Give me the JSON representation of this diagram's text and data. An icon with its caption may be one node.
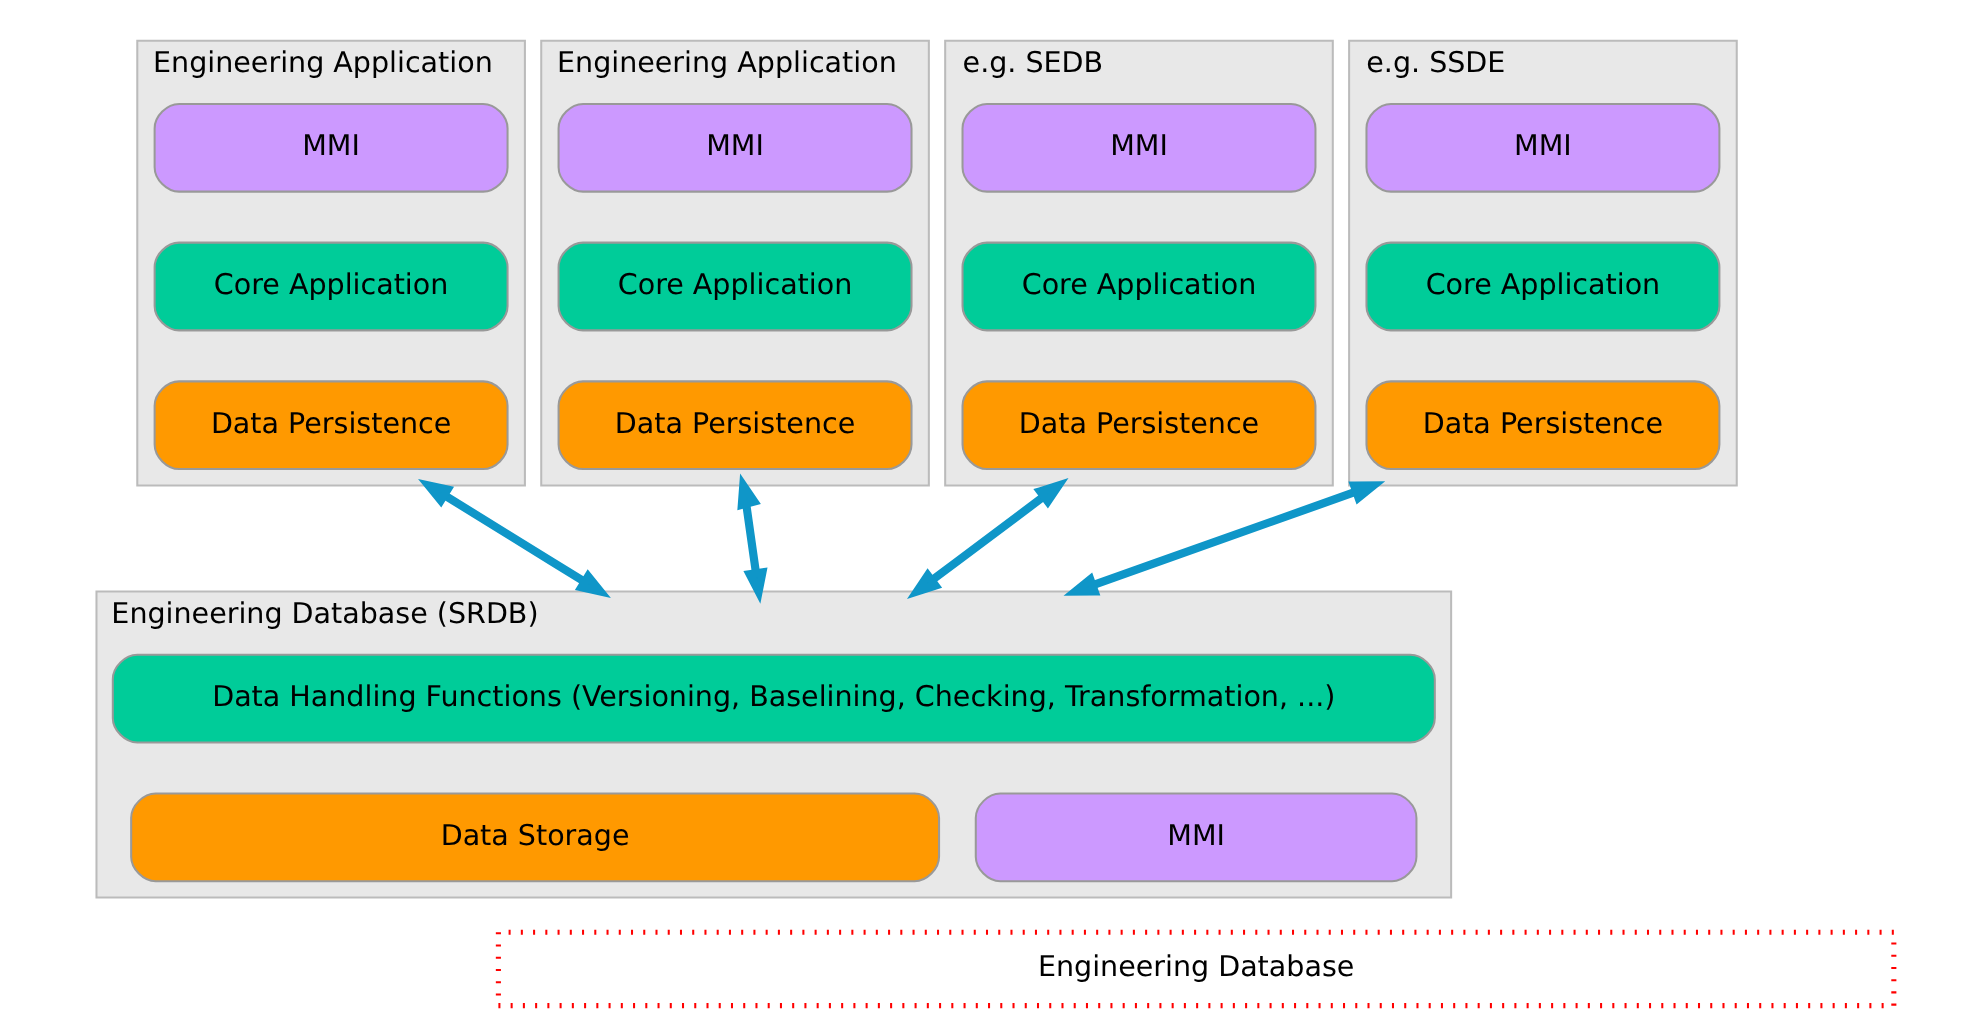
{
  "diagram": {
    "nodes": [
      {
        "text": [
          "Engineering Application"
        ]
      },
      {
        "text": [
          "MMI"
        ],
        "in": 0
      },
      {
        "text": [
          "Core Application"
        ],
        "in": 0
      },
      {
        "text": [
          "Data Persistence"
        ],
        "in": 0
      },
      {
        "text": [
          "Engineering Application"
        ]
      },
      {
        "text": [
          "MMI"
        ],
        "in": 4
      },
      {
        "text": [
          "Core Application"
        ],
        "in": 4
      },
      {
        "text": [
          "Data Persistence"
        ],
        "in": 4
      },
      {
        "text": [
          "e.g. SEDB"
        ]
      },
      {
        "text": [
          "MMI"
        ],
        "in": 8
      },
      {
        "text": [
          "Core Application"
        ],
        "in": 8
      },
      {
        "text": [
          "Data Persistence"
        ],
        "in": 8
      },
      {
        "text": [
          "e.g. SSDE"
        ]
      },
      {
        "text": [
          "MMI"
        ],
        "in": 12
      },
      {
        "text": [
          "Core Application"
        ],
        "in": 12
      },
      {
        "text": [
          "Data Persistence"
        ],
        "in": 12
      },
      {
        "text": [
          "Engineering Database"
        ]
      },
      {
        "text": [
          "Engineering Database (SRDB)"
        ]
      },
      {
        "text": [
          "Data Handling Functions (Versioning, Baselining, Checking, Transformation, ...)"
        ],
        "in": 17
      },
      {
        "text": [
          "Data Storage"
        ],
        "in": 17
      },
      {
        "text": [
          "MMI"
        ],
        "in": 17
      }
    ],
    "edges": [
      {
        "from": 0,
        "to": 17,
        "arrow": "both",
        "color": "#0f96c8"
      },
      {
        "from": 4,
        "to": 17,
        "arrow": "both",
        "color": "#0f96c8"
      },
      {
        "from": 8,
        "to": 17,
        "arrow": "both",
        "color": "#0f96c8"
      },
      {
        "from": 12,
        "to": 17,
        "arrow": "both",
        "color": "#0f96c8"
      }
    ]
  }
}
